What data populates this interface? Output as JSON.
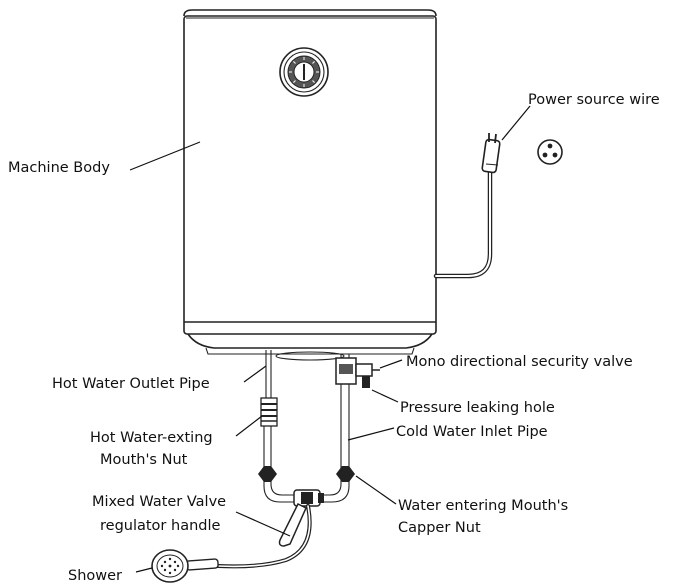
{
  "labels": {
    "machine_body": "Machine Body",
    "power_source_wire": "Power source wire",
    "hot_water_outlet_pipe": "Hot Water Outlet Pipe",
    "mono_security_valve": "Mono directional security valve",
    "pressure_leaking_hole": "Pressure leaking hole",
    "hot_water_nut_line1": "Hot Water-exting",
    "hot_water_nut_line2": "Mouth's Nut",
    "cold_water_inlet_pipe": "Cold Water Inlet Pipe",
    "mixed_valve_line1": "Mixed Water Valve",
    "mixed_valve_line2": "regulator handle",
    "capper_nut_line1": "Water entering Mouth's",
    "capper_nut_line2": "Capper Nut",
    "shower": "Shower"
  }
}
